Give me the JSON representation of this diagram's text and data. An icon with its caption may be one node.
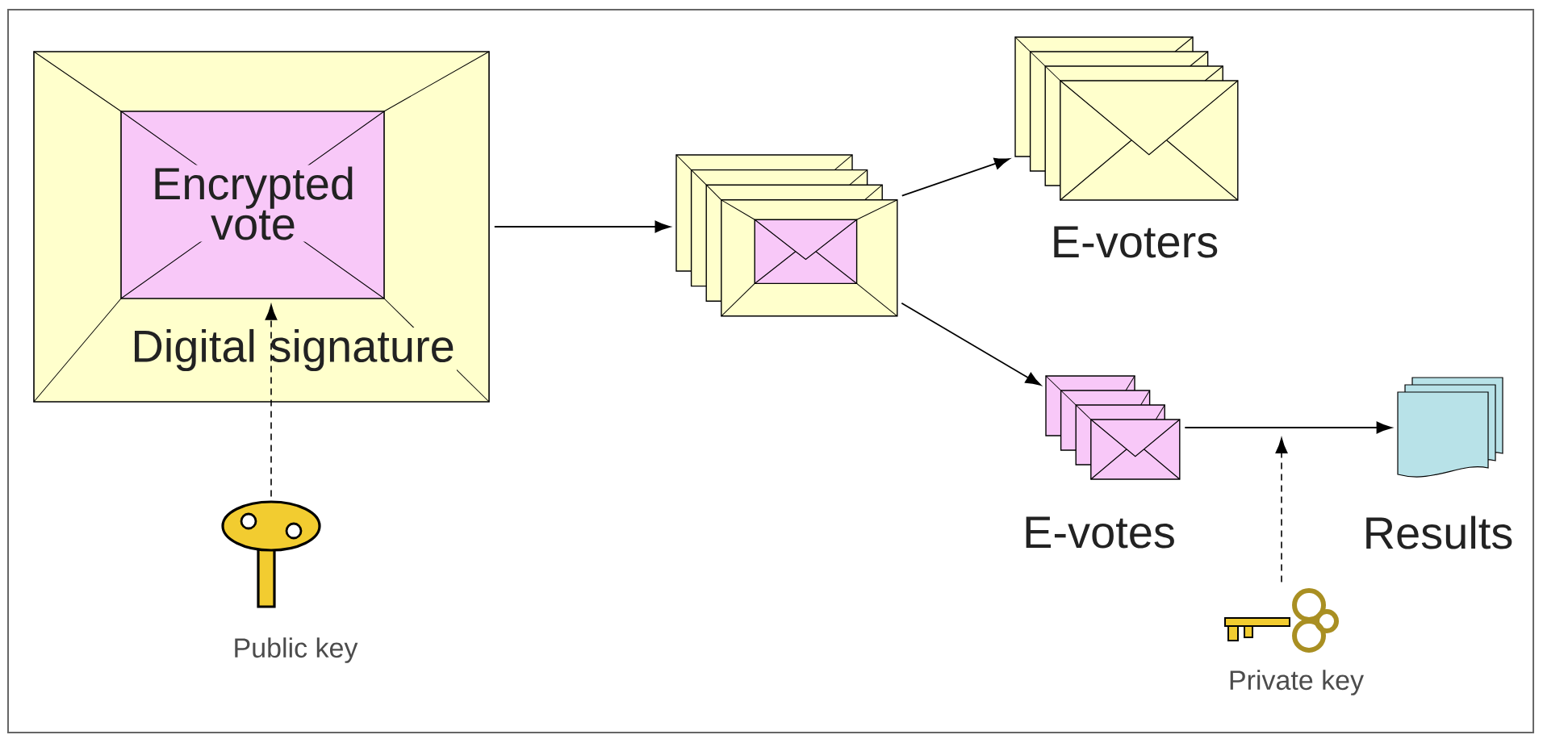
{
  "diagram": {
    "nodes": [
      {
        "text": [
          "Digital signature"
        ]
      },
      {
        "text": [
          "Encrypted vote"
        ],
        "in": 0
      },
      {
        "text": [],
        "shape": "key",
        "beside": [
          "Public key"
        ]
      },
      {
        "text": [],
        "shape": "envelope"
      },
      {
        "text": [],
        "shape": "envelope",
        "beside": [
          "E-voters"
        ]
      },
      {
        "text": [],
        "shape": "envelope",
        "beside": [
          "E-votes"
        ]
      },
      {
        "text": [],
        "shape": "document",
        "beside": [
          "Results"
        ]
      },
      {
        "text": [],
        "shape": "key",
        "beside": [
          "Private key"
        ]
      }
    ],
    "edges": [
      {
        "from": 2,
        "to": 1,
        "arrow": "to",
        "style": "dashed"
      },
      {
        "from": 0,
        "to": 3,
        "arrow": "to"
      },
      {
        "from": 3,
        "to": 4,
        "arrow": "to"
      },
      {
        "from": 3,
        "to": 5,
        "arrow": "to"
      },
      {
        "from": 5,
        "to": 6,
        "arrow": "to"
      },
      {
        "from": 7,
        "to": null,
        "arrow": "to",
        "style": "dashed"
      }
    ]
  }
}
